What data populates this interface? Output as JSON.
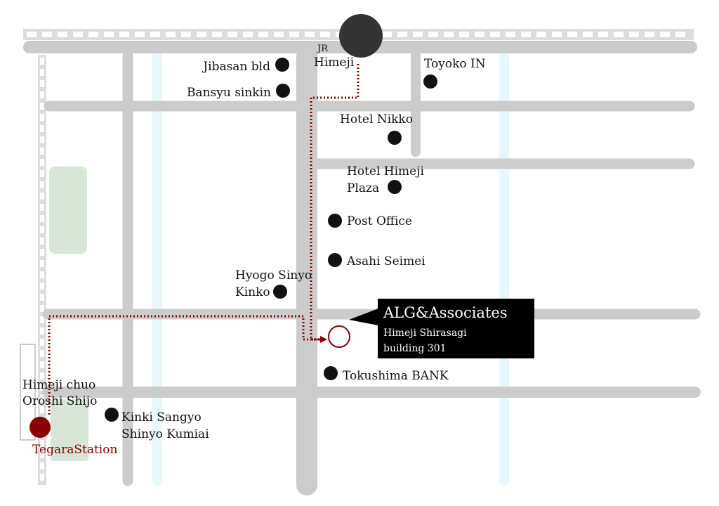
{
  "rail_station": {
    "line": "JR",
    "name": "Himeji"
  },
  "destination": {
    "name": "ALG&Associates",
    "address_line1": "Himeji Shirasagi",
    "address_line2": "building 301"
  },
  "start_station": {
    "name_line1": "Himeji chuo",
    "name_line2": "Oroshi Shijo",
    "tram_stop": "TegaraStation"
  },
  "landmarks": {
    "jibasan": "Jibasan bld",
    "bansyu": "Bansyu sinkin",
    "toyoko": "Toyoko IN",
    "nikko": "Hotel Nikko",
    "plaza_line1": "Hotel Himeji",
    "plaza_line2": "Plaza",
    "post": "Post Office",
    "asahi": "Asahi Seimei",
    "hyogo_line1": "Hyogo Sinyo",
    "hyogo_line2": "Kinko",
    "tokushima": "Tokushima BANK",
    "kinki_line1": "Kinki Sangyo",
    "kinki_line2": "Shinyo Kumiai"
  },
  "colors": {
    "road": "#cccccc",
    "river": "#e8f7fb",
    "park": "#d8e6d8",
    "route": "#8b0000",
    "marker": "#111111",
    "station": "#333333",
    "callout": "#000000"
  }
}
